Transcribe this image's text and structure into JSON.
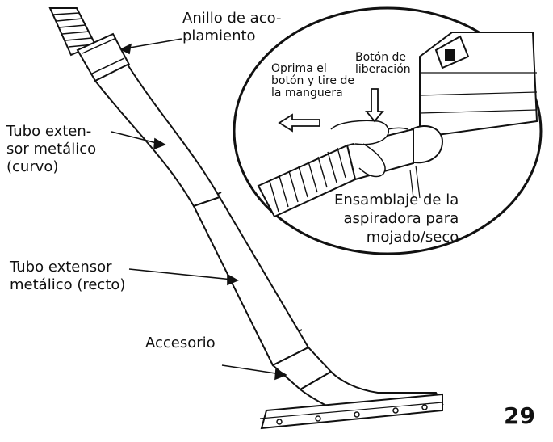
{
  "labels": {
    "coupling_ring": [
      "Anillo de aco-",
      "plamiento"
    ],
    "curved_tube": [
      "Tubo exten-",
      "sor metálico",
      "(curvo)"
    ],
    "straight_tube": [
      "Tubo extensor",
      "metálico (recto)"
    ],
    "accessory": "Accesorio",
    "press_and_pull": [
      "Oprima el",
      "botón y tire de",
      "la manguera"
    ],
    "release_button": [
      "Botón de",
      "liberación"
    ],
    "vacuum_assembly": [
      "Ensamblaje de la",
      "aspiradora para",
      "mojado/seco"
    ]
  },
  "page_number": "29"
}
